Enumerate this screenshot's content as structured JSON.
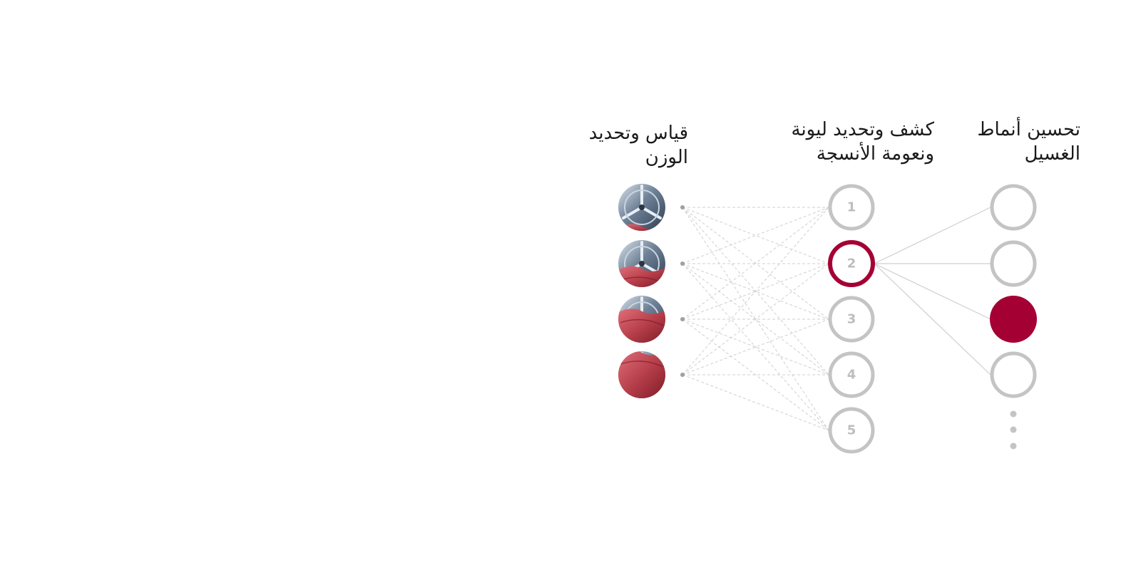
{
  "headings": {
    "weight": "قياس وتحديد\nالوزن",
    "fabric": "كشف وتحديد ليونة\nونعومة الأنسجة",
    "pattern": "تحسين أنماط\nالغسيل"
  },
  "input_nodes": [
    {
      "icon": "drum-load-small-icon",
      "fabric_level": 0.12
    },
    {
      "icon": "drum-load-medium-icon",
      "fabric_level": 0.42
    },
    {
      "icon": "drum-load-large-icon",
      "fabric_level": 0.7
    },
    {
      "icon": "drum-load-full-icon",
      "fabric_level": 1.0
    }
  ],
  "fabric_nodes": [
    {
      "label": "1",
      "highlighted": false
    },
    {
      "label": "2",
      "highlighted": true
    },
    {
      "label": "3",
      "highlighted": false
    },
    {
      "label": "4",
      "highlighted": false
    },
    {
      "label": "5",
      "highlighted": false
    }
  ],
  "pattern_nodes": [
    {
      "selected": false
    },
    {
      "selected": false
    },
    {
      "selected": true
    },
    {
      "selected": false
    }
  ],
  "more_indicator": "ellipsis-vertical-icon",
  "colors": {
    "accent": "#a50034",
    "node_gray": "#c4c4c4",
    "line_gray": "#cfcfcf",
    "text": "#1a1a1a"
  }
}
